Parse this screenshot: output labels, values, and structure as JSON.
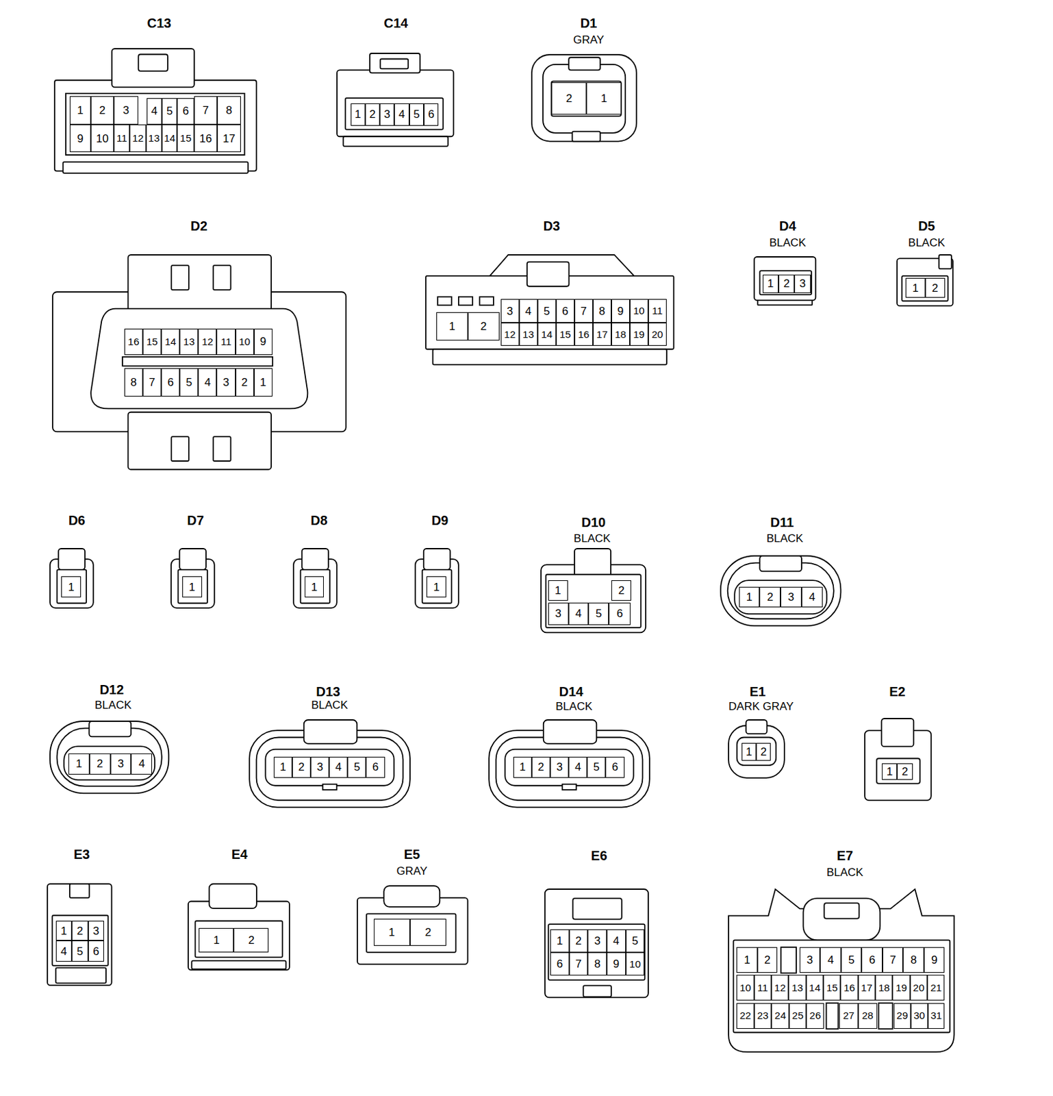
{
  "diagram": {
    "nodes": [
      {
        "text": [
          "C13"
        ]
      },
      {
        "text": [
          "1"
        ],
        "in": 0
      },
      {
        "text": [
          "2"
        ],
        "in": 0
      },
      {
        "text": [
          "3"
        ],
        "in": 0
      },
      {
        "text": [
          "4"
        ],
        "in": 0
      },
      {
        "text": [
          "5"
        ],
        "in": 0
      },
      {
        "text": [
          "6"
        ],
        "in": 0
      },
      {
        "text": [
          "7"
        ],
        "in": 0
      },
      {
        "text": [
          "8"
        ],
        "in": 0
      },
      {
        "text": [
          "9"
        ],
        "in": 0
      },
      {
        "text": [
          "10"
        ],
        "in": 0
      },
      {
        "text": [
          "11"
        ],
        "in": 0
      },
      {
        "text": [
          "12"
        ],
        "in": 0
      },
      {
        "text": [
          "13"
        ],
        "in": 0
      },
      {
        "text": [
          "14"
        ],
        "in": 0
      },
      {
        "text": [
          "15"
        ],
        "in": 0
      },
      {
        "text": [
          "16"
        ],
        "in": 0
      },
      {
        "text": [
          "17"
        ],
        "in": 0
      },
      {
        "text": [
          "C14"
        ]
      },
      {
        "text": [
          "1"
        ],
        "in": 18
      },
      {
        "text": [
          "2"
        ],
        "in": 18
      },
      {
        "text": [
          "3"
        ],
        "in": 18
      },
      {
        "text": [
          "4"
        ],
        "in": 18
      },
      {
        "text": [
          "5"
        ],
        "in": 18
      },
      {
        "text": [
          "6"
        ],
        "in": 18
      },
      {
        "text": [
          "D1",
          "GRAY"
        ]
      },
      {
        "text": [
          "2"
        ],
        "in": 25
      },
      {
        "text": [
          "1"
        ],
        "in": 25
      },
      {
        "text": [
          "D2"
        ]
      },
      {
        "text": [
          "16"
        ],
        "in": 28
      },
      {
        "text": [
          "15"
        ],
        "in": 28
      },
      {
        "text": [
          "14"
        ],
        "in": 28
      },
      {
        "text": [
          "13"
        ],
        "in": 28
      },
      {
        "text": [
          "12"
        ],
        "in": 28
      },
      {
        "text": [
          "11"
        ],
        "in": 28
      },
      {
        "text": [
          "10"
        ],
        "in": 28
      },
      {
        "text": [
          "9"
        ],
        "in": 28
      },
      {
        "text": [
          "8"
        ],
        "in": 28
      },
      {
        "text": [
          "7"
        ],
        "in": 28
      },
      {
        "text": [
          "6"
        ],
        "in": 28
      },
      {
        "text": [
          "5"
        ],
        "in": 28
      },
      {
        "text": [
          "4"
        ],
        "in": 28
      },
      {
        "text": [
          "3"
        ],
        "in": 28
      },
      {
        "text": [
          "2"
        ],
        "in": 28
      },
      {
        "text": [
          "1"
        ],
        "in": 28
      },
      {
        "text": [
          "D3"
        ]
      },
      {
        "text": [
          "1"
        ],
        "in": 45
      },
      {
        "text": [
          "2"
        ],
        "in": 45
      },
      {
        "text": [
          "3"
        ],
        "in": 45
      },
      {
        "text": [
          "4"
        ],
        "in": 45
      },
      {
        "text": [
          "5"
        ],
        "in": 45
      },
      {
        "text": [
          "6"
        ],
        "in": 45
      },
      {
        "text": [
          "7"
        ],
        "in": 45
      },
      {
        "text": [
          "8"
        ],
        "in": 45
      },
      {
        "text": [
          "9"
        ],
        "in": 45
      },
      {
        "text": [
          "10"
        ],
        "in": 45
      },
      {
        "text": [
          "11"
        ],
        "in": 45
      },
      {
        "text": [
          "12"
        ],
        "in": 45
      },
      {
        "text": [
          "13"
        ],
        "in": 45
      },
      {
        "text": [
          "14"
        ],
        "in": 45
      },
      {
        "text": [
          "15"
        ],
        "in": 45
      },
      {
        "text": [
          "16"
        ],
        "in": 45
      },
      {
        "text": [
          "17"
        ],
        "in": 45
      },
      {
        "text": [
          "18"
        ],
        "in": 45
      },
      {
        "text": [
          "19"
        ],
        "in": 45
      },
      {
        "text": [
          "20"
        ],
        "in": 45
      },
      {
        "text": [
          "D4",
          "BLACK"
        ]
      },
      {
        "text": [
          "1"
        ],
        "in": 66
      },
      {
        "text": [
          "2"
        ],
        "in": 66
      },
      {
        "text": [
          "3"
        ],
        "in": 66
      },
      {
        "text": [
          "D5",
          "BLACK"
        ]
      },
      {
        "text": [
          "1"
        ],
        "in": 70
      },
      {
        "text": [
          "2"
        ],
        "in": 70
      },
      {
        "text": [
          "D6"
        ]
      },
      {
        "text": [
          "1"
        ],
        "in": 73
      },
      {
        "text": [
          "D7"
        ]
      },
      {
        "text": [
          "1"
        ],
        "in": 75
      },
      {
        "text": [
          "D8"
        ]
      },
      {
        "text": [
          "1"
        ],
        "in": 77
      },
      {
        "text": [
          "D9"
        ]
      },
      {
        "text": [
          "1"
        ],
        "in": 79
      },
      {
        "text": [
          "D10",
          "BLACK"
        ]
      },
      {
        "text": [
          "1"
        ],
        "in": 81
      },
      {
        "text": [
          "2"
        ],
        "in": 81
      },
      {
        "text": [
          "3"
        ],
        "in": 81
      },
      {
        "text": [
          "4"
        ],
        "in": 81
      },
      {
        "text": [
          "5"
        ],
        "in": 81
      },
      {
        "text": [
          "6"
        ],
        "in": 81
      },
      {
        "text": [
          "D11",
          "BLACK"
        ]
      },
      {
        "text": [
          "1"
        ],
        "in": 88
      },
      {
        "text": [
          "2"
        ],
        "in": 88
      },
      {
        "text": [
          "3"
        ],
        "in": 88
      },
      {
        "text": [
          "4"
        ],
        "in": 88
      },
      {
        "text": [
          "D12",
          "BLACK"
        ]
      },
      {
        "text": [
          "1"
        ],
        "in": 93
      },
      {
        "text": [
          "2"
        ],
        "in": 93
      },
      {
        "text": [
          "3"
        ],
        "in": 93
      },
      {
        "text": [
          "4"
        ],
        "in": 93
      },
      {
        "text": [
          "D13",
          "BLACK"
        ]
      },
      {
        "text": [
          "1"
        ],
        "in": 98
      },
      {
        "text": [
          "2"
        ],
        "in": 98
      },
      {
        "text": [
          "3"
        ],
        "in": 98
      },
      {
        "text": [
          "4"
        ],
        "in": 98
      },
      {
        "text": [
          "5"
        ],
        "in": 98
      },
      {
        "text": [
          "6"
        ],
        "in": 98
      },
      {
        "text": [
          "D14",
          "BLACK"
        ]
      },
      {
        "text": [
          "1"
        ],
        "in": 105
      },
      {
        "text": [
          "2"
        ],
        "in": 105
      },
      {
        "text": [
          "3"
        ],
        "in": 105
      },
      {
        "text": [
          "4"
        ],
        "in": 105
      },
      {
        "text": [
          "5"
        ],
        "in": 105
      },
      {
        "text": [
          "6"
        ],
        "in": 105
      },
      {
        "text": [
          "E1",
          "DARK GRAY"
        ]
      },
      {
        "text": [
          "1"
        ],
        "in": 112
      },
      {
        "text": [
          "2"
        ],
        "in": 112
      },
      {
        "text": [
          "E2"
        ]
      },
      {
        "text": [
          "1"
        ],
        "in": 115
      },
      {
        "text": [
          "2"
        ],
        "in": 115
      },
      {
        "text": [
          "E3"
        ]
      },
      {
        "text": [
          "1"
        ],
        "in": 118
      },
      {
        "text": [
          "2"
        ],
        "in": 118
      },
      {
        "text": [
          "3"
        ],
        "in": 118
      },
      {
        "text": [
          "4"
        ],
        "in": 118
      },
      {
        "text": [
          "5"
        ],
        "in": 118
      },
      {
        "text": [
          "6"
        ],
        "in": 118
      },
      {
        "text": [
          "E4"
        ]
      },
      {
        "text": [
          "1"
        ],
        "in": 125
      },
      {
        "text": [
          "2"
        ],
        "in": 125
      },
      {
        "text": [
          "E5",
          "GRAY"
        ]
      },
      {
        "text": [
          "1"
        ],
        "in": 128
      },
      {
        "text": [
          "2"
        ],
        "in": 128
      },
      {
        "text": [
          "E6"
        ]
      },
      {
        "text": [
          "1"
        ],
        "in": 131
      },
      {
        "text": [
          "2"
        ],
        "in": 131
      },
      {
        "text": [
          "3"
        ],
        "in": 131
      },
      {
        "text": [
          "4"
        ],
        "in": 131
      },
      {
        "text": [
          "5"
        ],
        "in": 131
      },
      {
        "text": [
          "6"
        ],
        "in": 131
      },
      {
        "text": [
          "7"
        ],
        "in": 131
      },
      {
        "text": [
          "8"
        ],
        "in": 131
      },
      {
        "text": [
          "9"
        ],
        "in": 131
      },
      {
        "text": [
          "10"
        ],
        "in": 131
      },
      {
        "text": [
          "E7",
          "BLACK"
        ]
      },
      {
        "text": [
          "1"
        ],
        "in": 142
      },
      {
        "text": [
          "2"
        ],
        "in": 142
      },
      {
        "text": [
          "3"
        ],
        "in": 142
      },
      {
        "text": [
          "4"
        ],
        "in": 142
      },
      {
        "text": [
          "5"
        ],
        "in": 142
      },
      {
        "text": [
          "6"
        ],
        "in": 142
      },
      {
        "text": [
          "7"
        ],
        "in": 142
      },
      {
        "text": [
          "8"
        ],
        "in": 142
      },
      {
        "text": [
          "9"
        ],
        "in": 142
      },
      {
        "text": [
          "10"
        ],
        "in": 142
      },
      {
        "text": [
          "11"
        ],
        "in": 142
      },
      {
        "text": [
          "12"
        ],
        "in": 142
      },
      {
        "text": [
          "13"
        ],
        "in": 142
      },
      {
        "text": [
          "14"
        ],
        "in": 142
      },
      {
        "text": [
          "15"
        ],
        "in": 142
      },
      {
        "text": [
          "16"
        ],
        "in": 142
      },
      {
        "text": [
          "17"
        ],
        "in": 142
      },
      {
        "text": [
          "18"
        ],
        "in": 142
      },
      {
        "text": [
          "19"
        ],
        "in": 142
      },
      {
        "text": [
          "20"
        ],
        "in": 142
      },
      {
        "text": [
          "21"
        ],
        "in": 142
      },
      {
        "text": [
          "22"
        ],
        "in": 142
      },
      {
        "text": [
          "23"
        ],
        "in": 142
      },
      {
        "text": [
          "24"
        ],
        "in": 142
      },
      {
        "text": [
          "25"
        ],
        "in": 142
      },
      {
        "text": [
          "26"
        ],
        "in": 142
      },
      {
        "text": [
          "27"
        ],
        "in": 142
      },
      {
        "text": [
          "28"
        ],
        "in": 142
      },
      {
        "text": [
          "29"
        ],
        "in": 142
      },
      {
        "text": [
          "30"
        ],
        "in": 142
      },
      {
        "text": [
          "31"
        ],
        "in": 142
      }
    ]
  }
}
